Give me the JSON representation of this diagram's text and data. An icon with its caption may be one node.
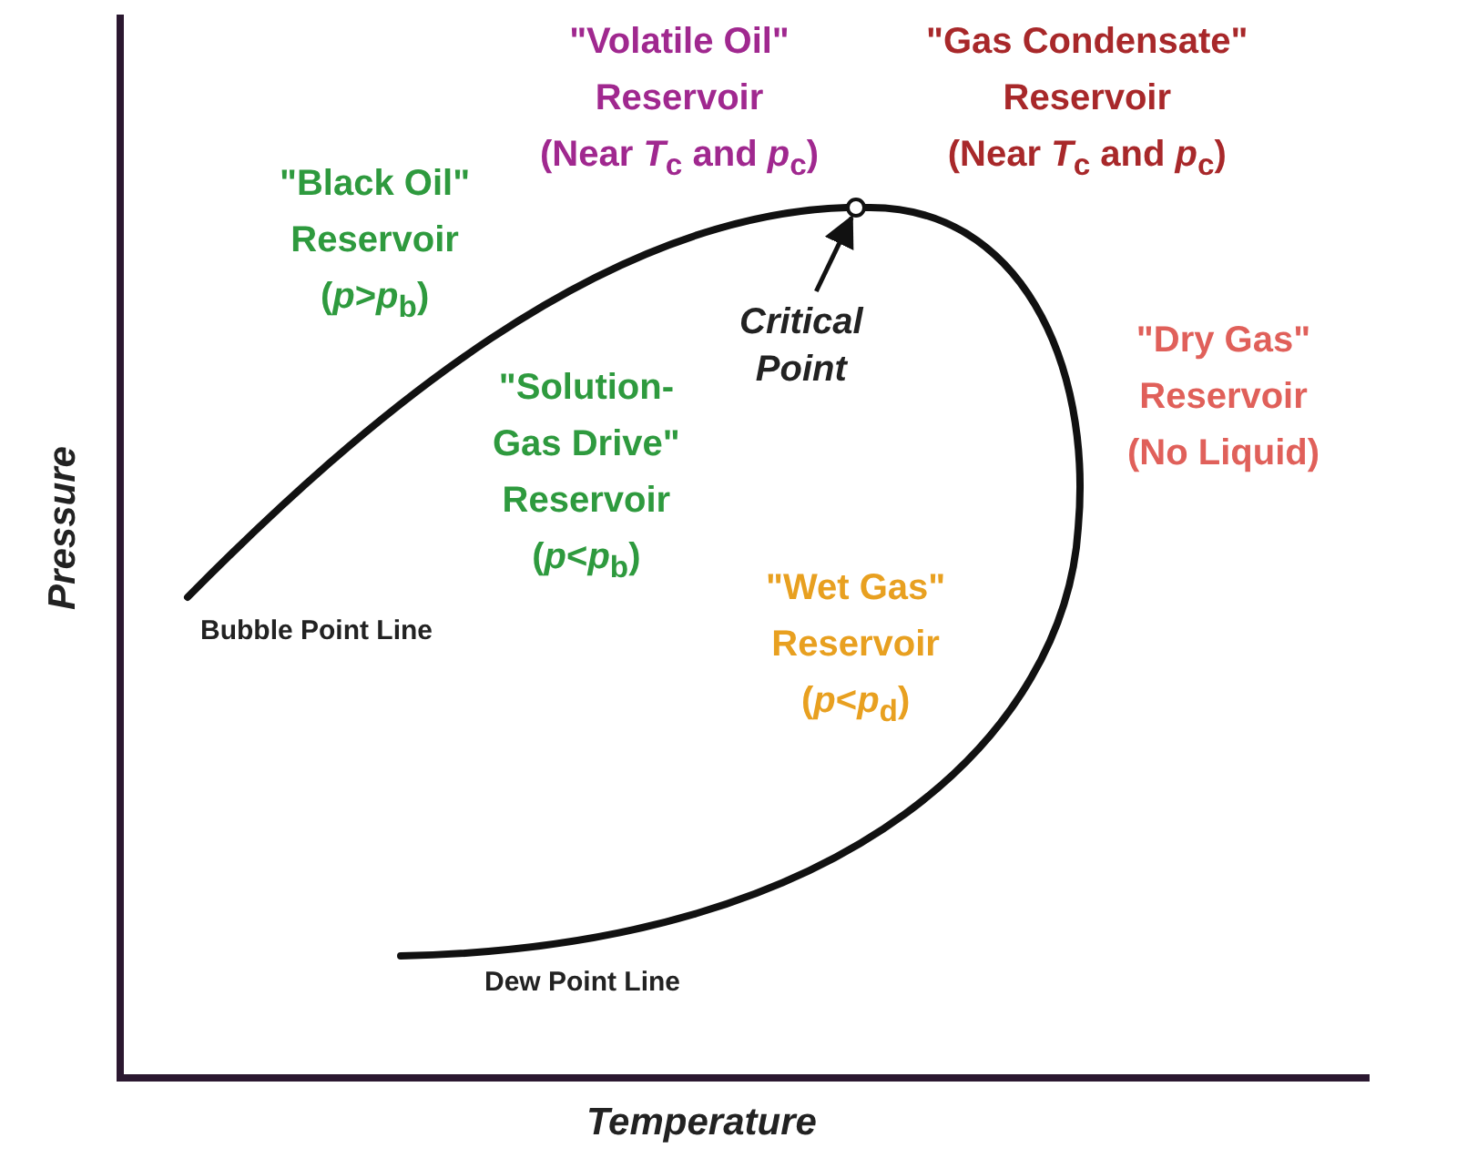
{
  "diagram": {
    "nodes": [
      {
        "text": [
          "Critical Point"
        ]
      },
      {
        "text": [],
        "shape": "circle"
      }
    ],
    "edges": [
      {
        "from": 0,
        "to": 1,
        "arrow": "to"
      }
    ],
    "labels": [
      "\"Volatile Oil\" Reservoir (Near *T*$_{c}$ and *p*$_{c}$)",
      "\"Gas Condensate\" Reservoir (Near *T*$_{c}$ and *p*$_{c}$)",
      "\"Black Oil\" Reservoir (*p*>*p*$_{b}$)",
      "\"Solution- Gas Drive\" Reservoir (*p*<*p*$_{b}$)",
      "\"Dry Gas\" Reservoir (No Liquid)",
      "Bubble Point Line",
      "\"Wet Gas\" Reservoir (*p*<*p*$_{d}$)",
      "Dew Point Line",
      "Pressure",
      "Temperature"
    ]
  }
}
